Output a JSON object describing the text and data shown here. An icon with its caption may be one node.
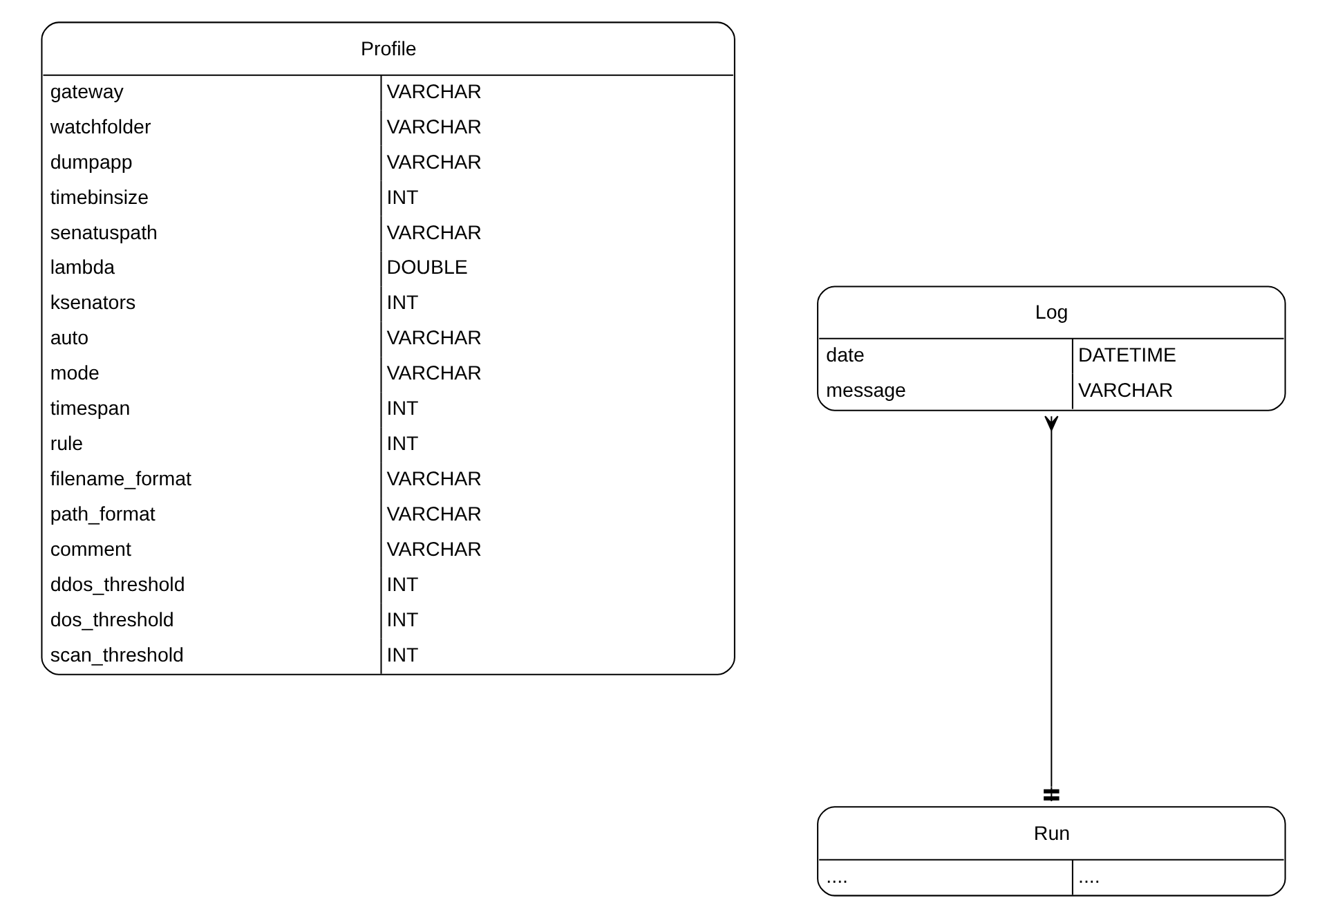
{
  "diagram": {
    "nodes": [
      {
        "text": [
          "Profile",
          "gateway",
          "VARCHAR",
          "watchfolder",
          "VARCHAR",
          "dumpapp",
          "VARCHAR",
          "timebinsize",
          "INT",
          "senatuspath",
          "VARCHAR",
          "lambda",
          "DOUBLE",
          "ksenators",
          "INT",
          "auto",
          "VARCHAR",
          "mode",
          "VARCHAR",
          "timespan",
          "INT",
          "rule",
          "INT",
          "filename_format",
          "VARCHAR",
          "path_format",
          "VARCHAR",
          "comment",
          "VARCHAR",
          "ddos_threshold",
          "INT",
          "dos_threshold",
          "INT",
          "scan_threshold",
          "INT"
        ]
      },
      {
        "text": [
          "Log",
          "date",
          "DATETIME",
          "message",
          "VARCHAR"
        ]
      },
      {
        "text": [
          "Run",
          "....",
          "...."
        ]
      }
    ],
    "edges": [
      {
        "from": 1,
        "to": 2,
        "arrow": "other"
      }
    ]
  }
}
